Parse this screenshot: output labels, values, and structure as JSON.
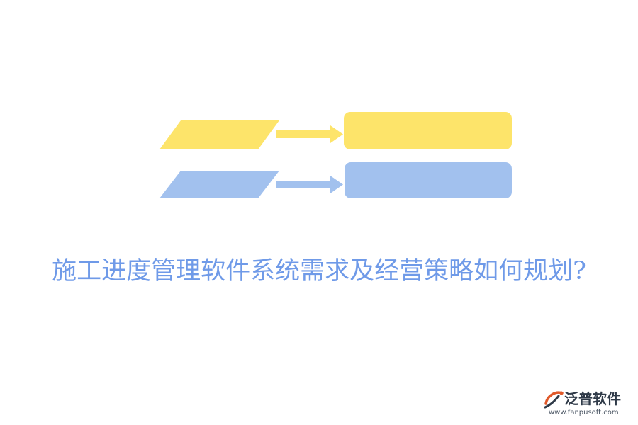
{
  "headline": {
    "text": "施工进度管理软件系统需求及经营策略如何规划?",
    "color": "#6f9ae8"
  },
  "decoration": {
    "row_top_color": "#fde46a",
    "row_bottom_color": "#a2c1ee"
  },
  "brand": {
    "name": "泛普软件",
    "url": "www.fanpusoft.com",
    "accent": "#e0592a"
  }
}
